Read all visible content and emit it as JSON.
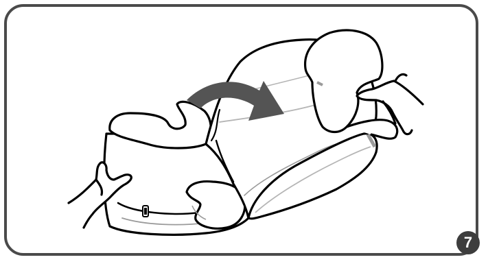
{
  "step": {
    "number": "7"
  },
  "colors": {
    "frame": "#4a4a4a",
    "outline": "#000000",
    "arrow": "#545454",
    "fabric_shade": "#b5b5b5",
    "badge": "#3d3d3d",
    "badge_text": "#ffffff"
  },
  "icons": {
    "rotation_arrow": "curved-arrow-right",
    "hand_left": "hand",
    "hand_right": "hand"
  }
}
